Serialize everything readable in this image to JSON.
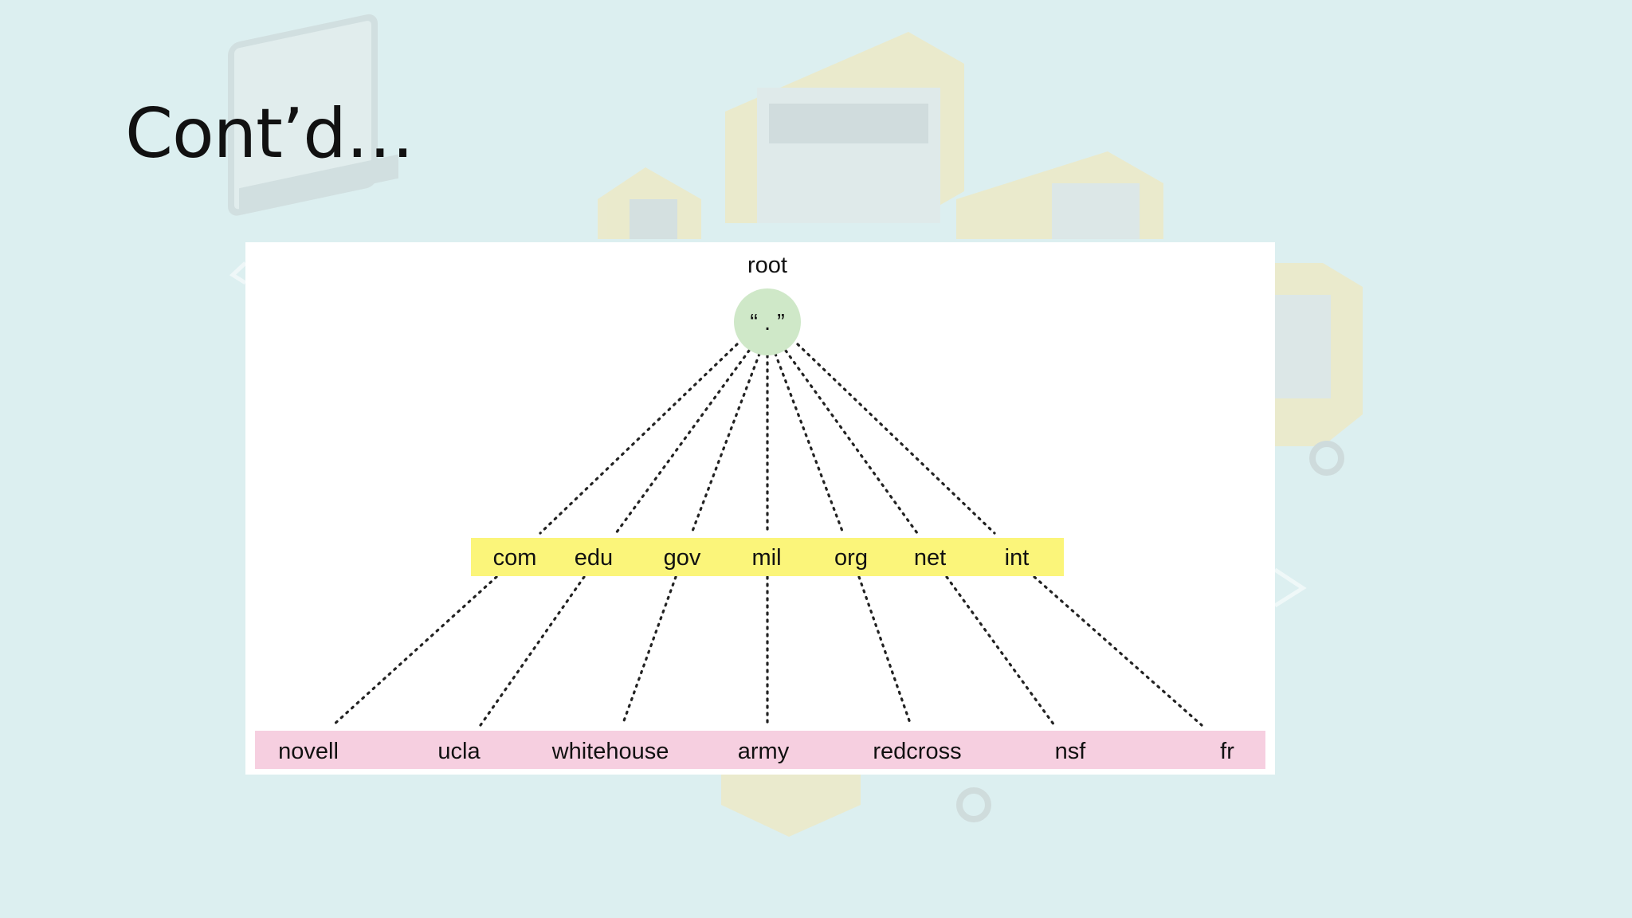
{
  "slide": {
    "title": "Cont’d…"
  },
  "tree": {
    "root_label": "root",
    "root_node_text": "“ . ”",
    "colors": {
      "root_fill": "#cfe8c8",
      "tld_band": "#fbf57a",
      "second_band": "#f6cfe0",
      "background": "#dceff0"
    },
    "tlds": [
      "com",
      "edu",
      "gov",
      "mil",
      "org",
      "net",
      "int"
    ],
    "second_level": [
      {
        "name": "novell",
        "parent": "com"
      },
      {
        "name": "ucla",
        "parent": "edu"
      },
      {
        "name": "whitehouse",
        "parent": "gov"
      },
      {
        "name": "army",
        "parent": "mil"
      },
      {
        "name": "redcross",
        "parent": "org"
      },
      {
        "name": "nsf",
        "parent": "net"
      },
      {
        "name": "fr",
        "parent": "int"
      }
    ]
  }
}
